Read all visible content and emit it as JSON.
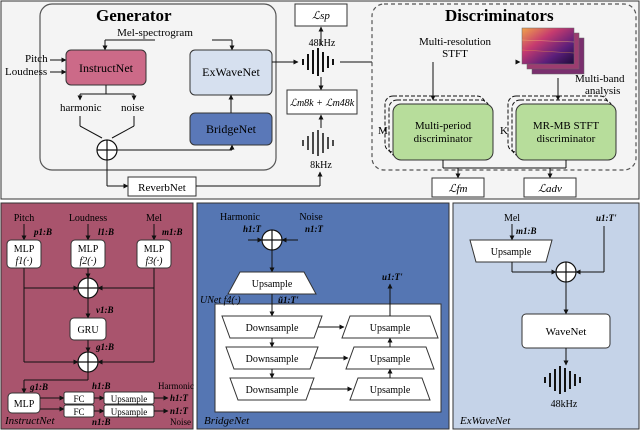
{
  "colors": {
    "top_bg": "#f4f4f4",
    "instructnet_bg": "#a9546d",
    "bridgenet_bg": "#5576b3",
    "exwave_bg": "#c5d3e8",
    "instruct_box": "#cc6a88",
    "exwave_box": "#d6e0ef",
    "bridge_box": "#5a78b8",
    "disc_green": "#b7dd9b",
    "white": "#ffffff"
  },
  "generator": {
    "title": "Generator",
    "mel_input": "Mel-spectrogram",
    "pitch": "Pitch",
    "loudness": "Loudness",
    "instructnet": "InstructNet",
    "harmonic": "harmonic",
    "noise": "noise",
    "exwavenet": "ExWaveNet",
    "bridgenet": "BridgeNet",
    "reverbnet": "ReverbNet"
  },
  "middle": {
    "loss_sp": "ℒsp",
    "freq_48": "48kHz",
    "loss_mel": "ℒm8k + ℒm48k",
    "freq_8": "8kHz"
  },
  "discriminators": {
    "title": "Discriminators",
    "stft_line1": "Multi-resolution",
    "stft_line2": "STFT",
    "multiband_line1": "Multi-band",
    "multiband_line2": "analysis",
    "m_label": "M",
    "k_label": "K",
    "mpd_line1": "Multi-period",
    "mpd_line2": "discriminator",
    "mrmb_line1": "MR-MB STFT",
    "mrmb_line2": "discriminator",
    "loss_fm": "ℒfm",
    "loss_adv": "ℒadv"
  },
  "instructnet_panel": {
    "name": "InstructNet",
    "pitch": "Pitch",
    "pitch_var": "p1:B",
    "loudness": "Loudness",
    "loudness_var": "l1:B",
    "mel": "Mel",
    "mel_var": "m1:B",
    "mlp": "MLP",
    "f1": "f1(·)",
    "f2": "f2(·)",
    "f3": "f3(·)",
    "v_var": "v1:B",
    "gru": "GRU",
    "g_var": "g1:B",
    "g_var2": "g1:B",
    "h_var": "h1:B",
    "n_var": "n1:B",
    "mlp_bottom": "MLP",
    "fc1": "FC",
    "fc2": "FC",
    "upsample1": "Upsample",
    "upsample2": "Upsample",
    "harmonic": "Harmonic",
    "noise": "Noise",
    "h_out": "h1:T",
    "n_out": "n1:T"
  },
  "bridgenet_panel": {
    "name": "BridgeNet",
    "harmonic": "Harmonic",
    "harmonic_var": "h1:T",
    "noise": "Noise",
    "noise_var": "n1:T",
    "upsample": "Upsample",
    "unet": "UNet f4(·)",
    "u_tilde": "ũ1:T'",
    "u_out": "u1:T'",
    "down1": "Downsample",
    "down2": "Downsample",
    "down3": "Downsample",
    "up1": "Upsample",
    "up2": "Upsample",
    "up3": "Upsample"
  },
  "exwavenet_panel": {
    "name": "ExWaveNet",
    "mel": "Mel",
    "mel_var": "m1:B",
    "u_var": "u1:T'",
    "upsample": "Upsample",
    "wavenet": "WaveNet",
    "freq": "48kHz"
  }
}
